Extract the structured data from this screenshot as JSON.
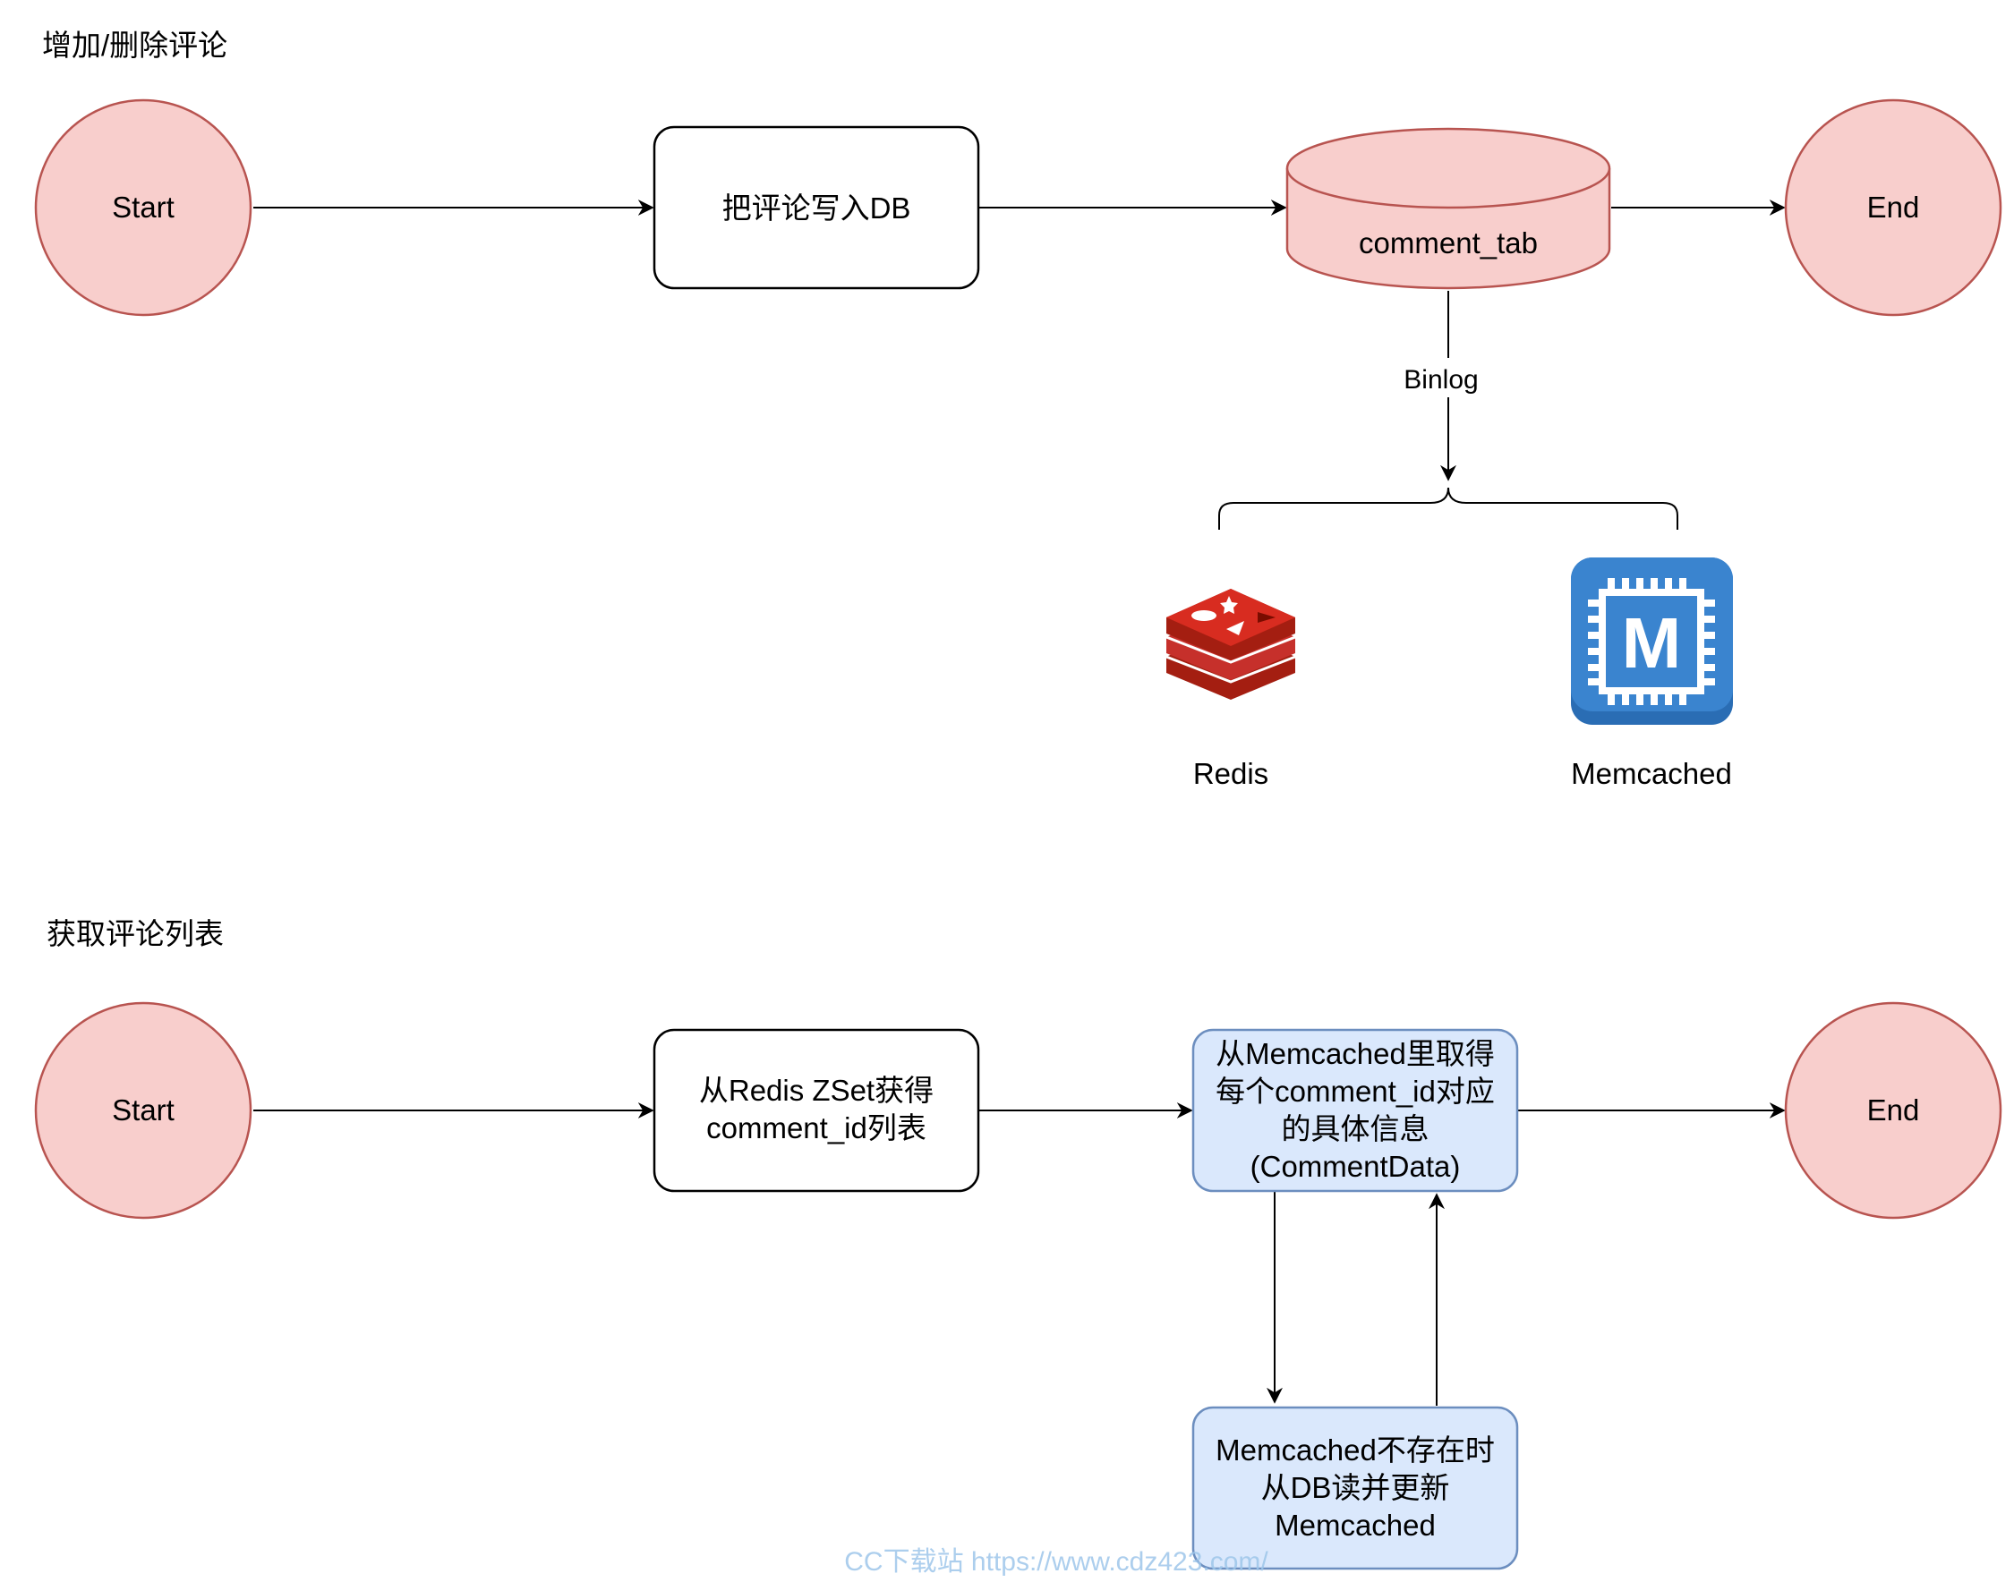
{
  "sections": {
    "add_delete": {
      "title": "增加/删除评论",
      "start": "Start",
      "step_write": "把评论写入DB",
      "table": "comment_tab",
      "end": "End",
      "edge_label": "Binlog",
      "cache_redis": "Redis",
      "cache_memcached": "Memcached",
      "memcached_logo_letter": "M"
    },
    "get_list": {
      "title": "获取评论列表",
      "start": "Start",
      "step_redis_lines": [
        "从Redis ZSet获得",
        "comment_id列表"
      ],
      "step_memcached_lines": [
        "从Memcached里取得",
        "每个comment_id对应",
        "的具体信息",
        "(CommentData)"
      ],
      "fallback_lines": [
        "Memcached不存在时",
        "从DB读并更新",
        "Memcached"
      ],
      "end": "End"
    }
  },
  "watermark": "CC下载站  https://www.cdz423.com/",
  "colors": {
    "terminal_fill": "#f8cecc",
    "terminal_stroke": "#b85450",
    "process_fill": "#dae8fc",
    "process_stroke": "#6c8ebf",
    "redis": "#c6302b",
    "memcached": "#2c72b8",
    "watermark": "#9ec6ea"
  },
  "icons": {
    "redis": "redis-logo-icon",
    "memcached": "memcached-logo-icon"
  }
}
